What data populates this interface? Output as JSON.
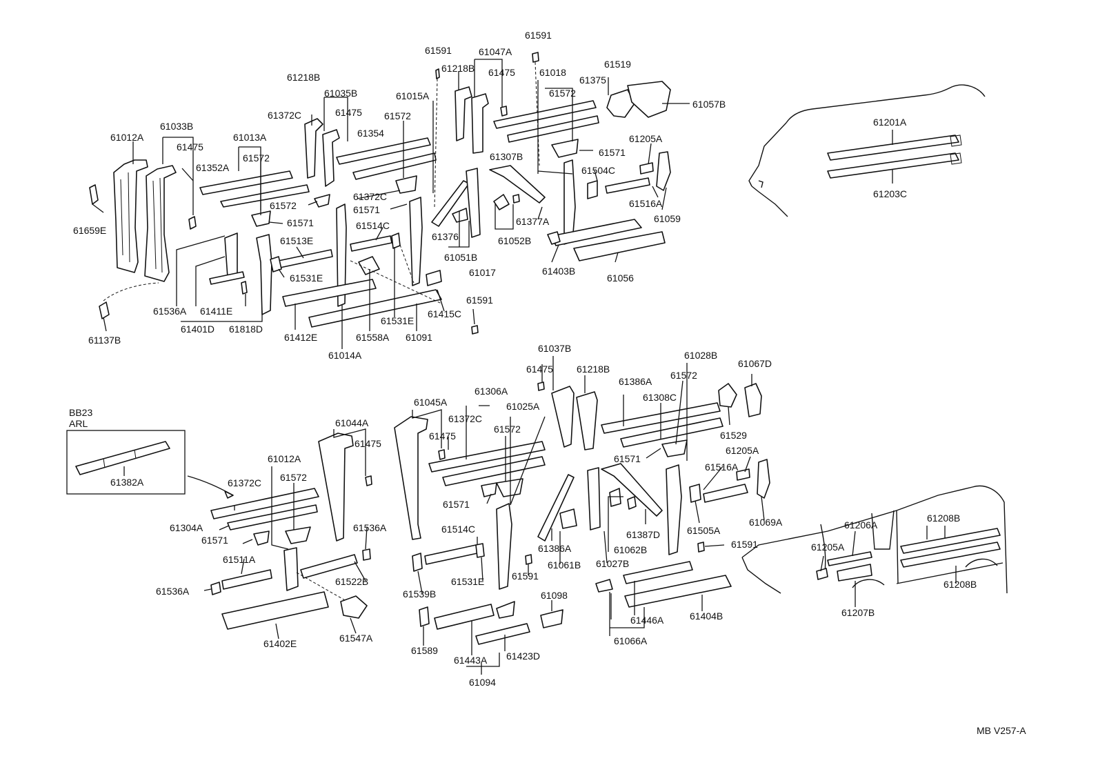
{
  "diagram": {
    "drawing_code": "MB V257-A",
    "inset_label_line1": "BB23",
    "inset_label_line2": "ARL",
    "labels": [
      "61591",
      "61047A",
      "61591",
      "61218B",
      "61475",
      "61018",
      "61375",
      "61519",
      "61572",
      "61057B",
      "61218B",
      "61035B",
      "61015A",
      "61475",
      "61572",
      "61372C",
      "61354",
      "61307B",
      "61571",
      "61205A",
      "61012A",
      "61033B",
      "61013A",
      "61475",
      "61572",
      "61352A",
      "61504C",
      "61372C",
      "61572",
      "61571",
      "61659E",
      "61571",
      "61514C",
      "61376",
      "61052B",
      "61377A",
      "61516A",
      "61059",
      "61513E",
      "61051B",
      "61017",
      "61403B",
      "61056",
      "61531E",
      "61536A",
      "61411E",
      "61401D",
      "61818D",
      "61412E",
      "61014A",
      "61558A",
      "61091",
      "61531E",
      "61415C",
      "61591",
      "61137B",
      "61201A",
      "61203C",
      "61037B",
      "61028B",
      "61475",
      "61218B",
      "61386A",
      "61572",
      "61067D",
      "61308C",
      "61045A",
      "61306A",
      "61025A",
      "61529",
      "61372C",
      "61044A",
      "61475",
      "61572",
      "61571",
      "61205A",
      "61475",
      "61516A",
      "61012A",
      "61571",
      "61372C",
      "61572",
      "61069A",
      "61387D",
      "61505A",
      "61304A",
      "61536A",
      "61514C",
      "61386A",
      "61062B",
      "61591",
      "61571",
      "61206A",
      "61208B",
      "61205A",
      "61061B",
      "61027B",
      "61511A",
      "61522B",
      "61531E",
      "61591",
      "61208B",
      "61536A",
      "61539B",
      "61098",
      "61446A",
      "61404B",
      "61207B",
      "61382A",
      "61547A",
      "61402E",
      "61589",
      "61443A",
      "61423D",
      "61066A",
      "61094"
    ]
  }
}
